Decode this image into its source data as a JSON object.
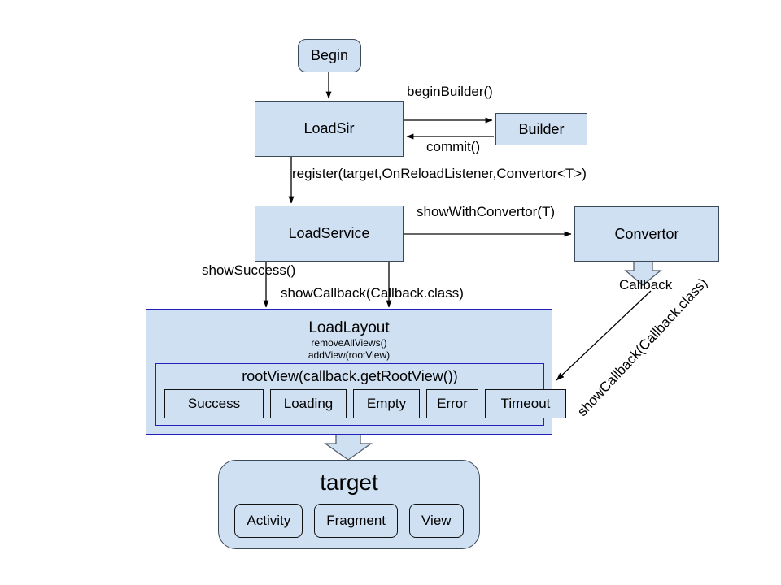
{
  "diagram": {
    "title": "LoadSir architecture flow",
    "colors": {
      "node_fill": "#cfe0f3",
      "node_border": "#3b4a5a",
      "group_border": "#2222bb",
      "arrow": "#000000",
      "background": "#ffffff"
    }
  },
  "nodes": {
    "begin": {
      "label": "Begin",
      "shape": "rounded-rect"
    },
    "loadsir": {
      "label": "LoadSir",
      "shape": "rect"
    },
    "builder": {
      "label": "Builder",
      "shape": "rect"
    },
    "loadservice": {
      "label": "LoadService",
      "shape": "rect"
    },
    "convertor": {
      "label": "Convertor",
      "shape": "rect"
    },
    "loadlayout": {
      "label": "LoadLayout",
      "shape": "rect",
      "sub_lines": [
        "removeAllViews()",
        "addView(rootView)"
      ],
      "rootview": {
        "label": "rootView(callback.getRootView())",
        "states": [
          "Success",
          "Loading",
          "Empty",
          "Error",
          "Timeout"
        ]
      }
    },
    "target": {
      "label": "target",
      "shape": "rounded-rect",
      "children": [
        "Activity",
        "Fragment",
        "View"
      ]
    }
  },
  "edges": {
    "begin_to_loadsir": {
      "label": ""
    },
    "loadsir_to_builder": {
      "label": "beginBuilder()"
    },
    "builder_to_loadsir": {
      "label": "commit()"
    },
    "loadsir_to_loadservice": {
      "label": "register(target,OnReloadListener,Convertor<T>)"
    },
    "loadservice_to_convertor": {
      "label": "showWithConvertor(T)"
    },
    "loadservice_to_loadlayout_success": {
      "label": "showSuccess()"
    },
    "loadservice_to_loadlayout_callback": {
      "label": "showCallback(Callback.class)"
    },
    "convertor_to_callback": {
      "label": "Callback"
    },
    "callback_to_rootview": {
      "label": "showCallback(Callback.class)"
    },
    "loadlayout_to_target": {
      "label": ""
    }
  }
}
